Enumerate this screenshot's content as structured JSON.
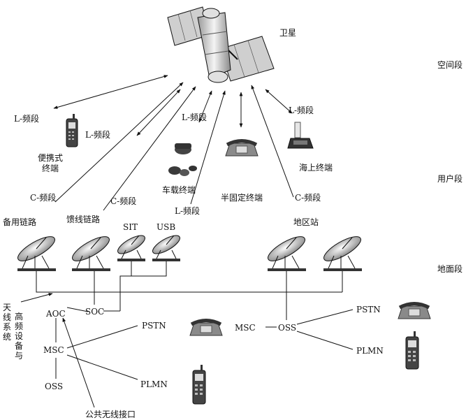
{
  "labels": {
    "satellite": "卫星",
    "space_segment": "空间段",
    "user_segment": "用户段",
    "ground_segment": "地面段",
    "l_band": "L-频段",
    "c_band": "C-频段",
    "portable_terminal": "便携式\n终端",
    "vehicle_terminal": "车载终端",
    "semi_fixed_terminal": "半固定终端",
    "maritime_terminal": "海上终端",
    "backup_link": "备用链路",
    "feeder_link": "馈线链路",
    "sit": "SIT",
    "usb": "USB",
    "regional_station": "地区站",
    "aoc": "AOC",
    "soc": "SOC",
    "msc": "MSC",
    "oss": "OSS",
    "pstn": "PSTN",
    "plmn": "PLMN",
    "antenna_system": "天线系统",
    "rf_equipment": "高频设备与",
    "public_radio_interface": "公共无线接口"
  }
}
